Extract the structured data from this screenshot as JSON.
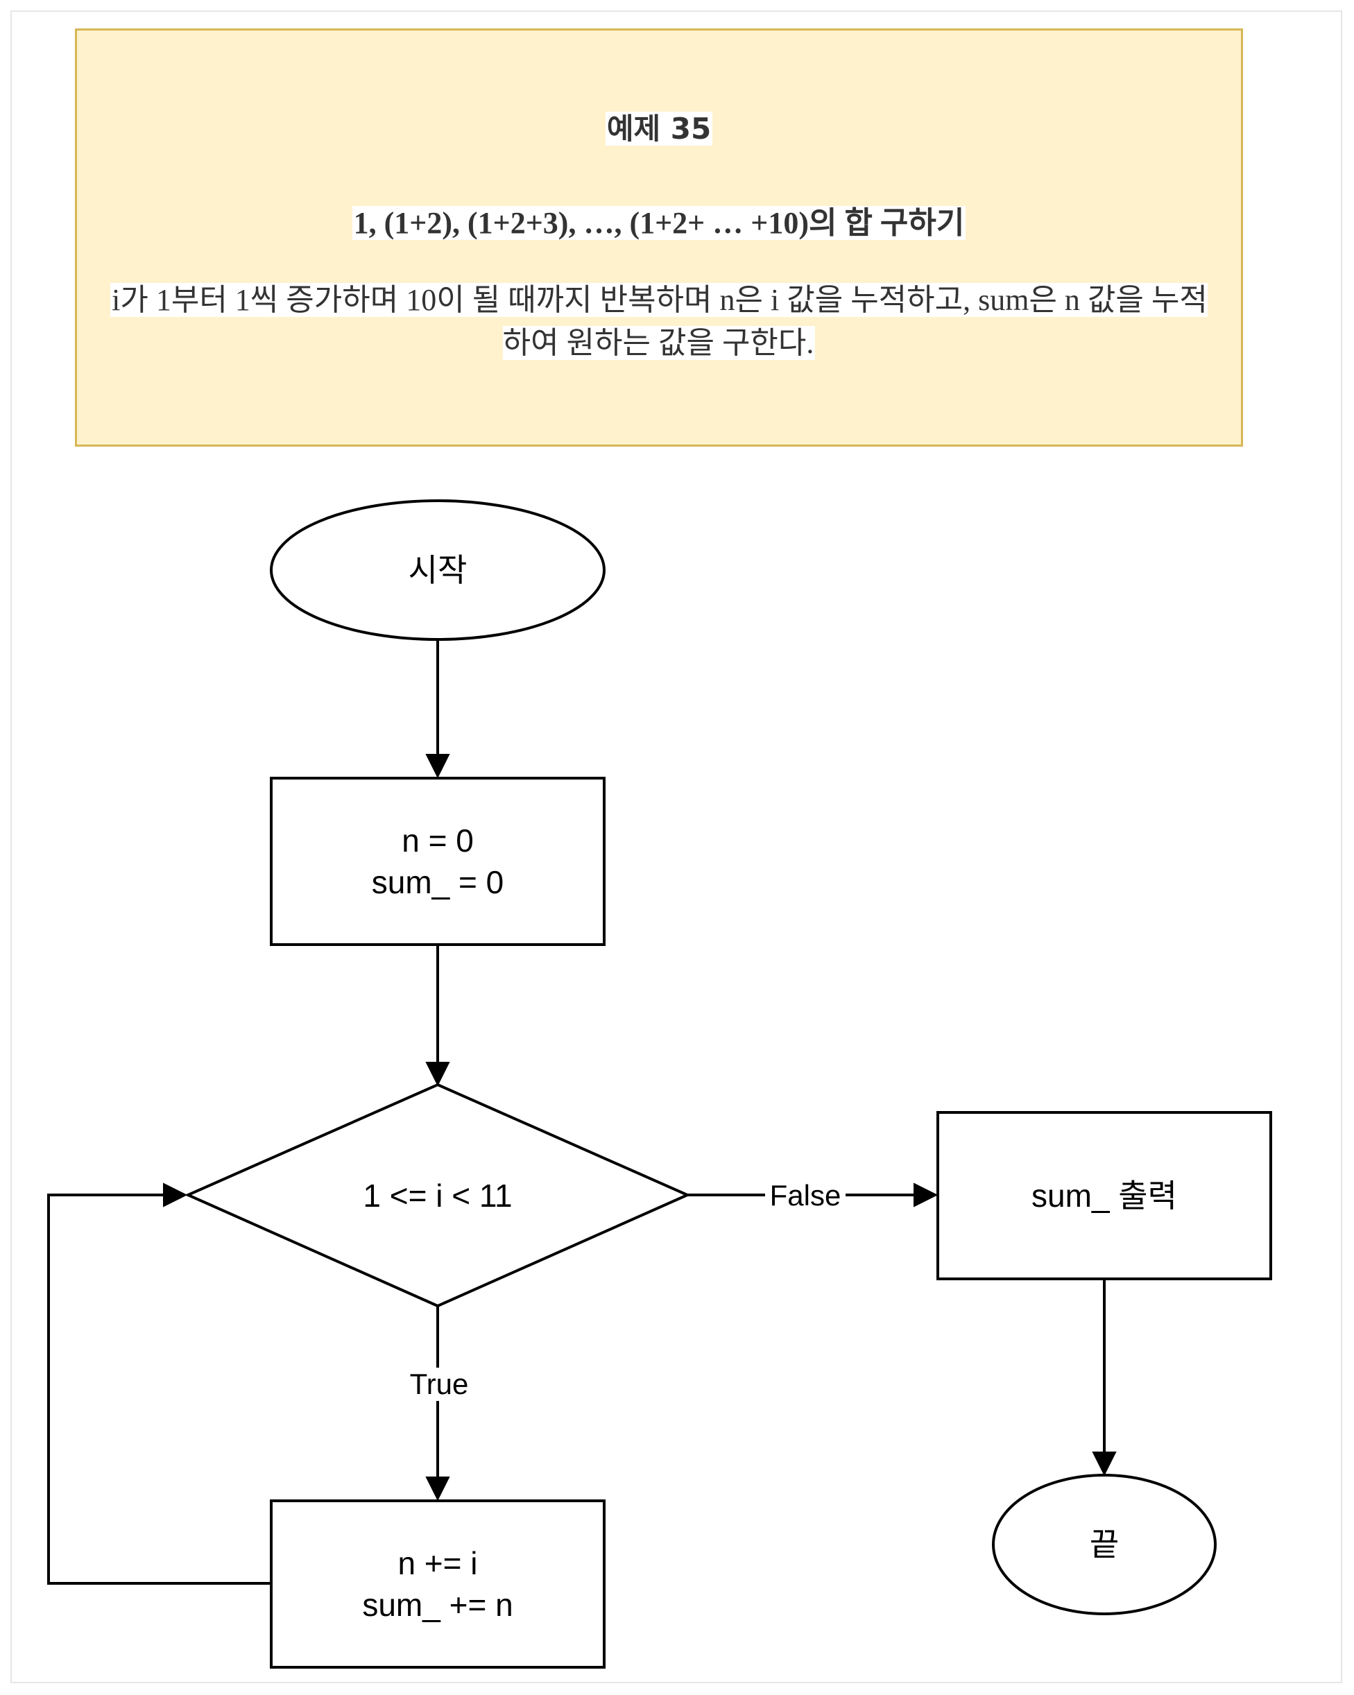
{
  "note": {
    "title": "예제 35",
    "subtitle": "1, (1+2), (1+2+3), …, (1+2+ … +10)의 합 구하기",
    "description": "i가 1부터 1씩 증가하며 10이 될 때까지 반복하며 n은 i 값을 누적하고, sum은 n 값을 누적하여 원하는 값을 구한다."
  },
  "flowchart": {
    "start": "시작",
    "init": "n = 0\nsum_ = 0",
    "condition": "1 <= i < 11",
    "body": "n += i\nsum_ += n",
    "output": "sum_ 출력",
    "end": "끝",
    "true_label": "True",
    "false_label": "False"
  },
  "colors": {
    "note_fill": "#fff2cc",
    "note_border": "#d6b656",
    "line": "#000000"
  }
}
